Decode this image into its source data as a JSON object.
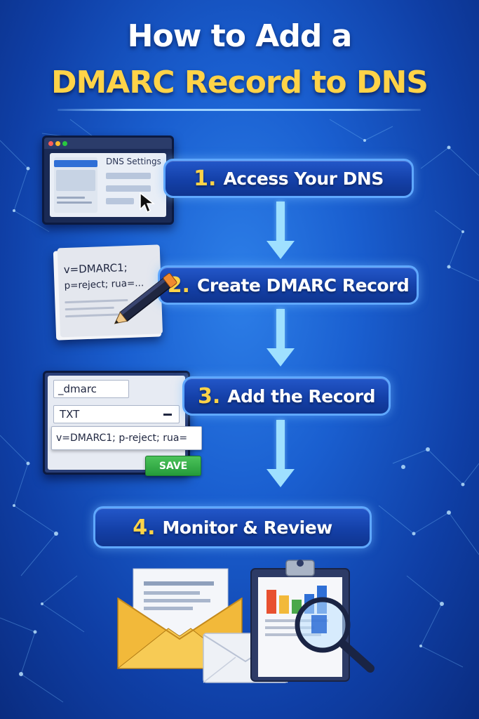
{
  "title": {
    "line1": "How to Add a",
    "line2": "DMARC Record to DNS"
  },
  "steps": [
    {
      "number": "1.",
      "label": "Access Your DNS"
    },
    {
      "number": "2.",
      "label": "Create DMARC Record"
    },
    {
      "number": "3.",
      "label": "Add the Record"
    },
    {
      "number": "4.",
      "label": "Monitor & Review"
    }
  ],
  "browser": {
    "settings_label": "DNS Settings"
  },
  "document": {
    "line1": "v=DMARC1;",
    "line2": "p=reject; rua=..."
  },
  "form": {
    "name_value": "_dmarc",
    "type_value": "TXT",
    "record_value": "v=DMARC1; p-reject; rua=",
    "save_label": "SAVE"
  },
  "colors": {
    "accent_yellow": "#ffd348",
    "pill_blue": "#1440a8",
    "pill_border": "#5fa8ff",
    "arrow": "#9fe0ff",
    "save_green": "#259b3a"
  },
  "icons": [
    "cursor-icon",
    "pencil-icon",
    "envelope-icon",
    "clipboard-chart-icon",
    "magnifier-icon"
  ]
}
